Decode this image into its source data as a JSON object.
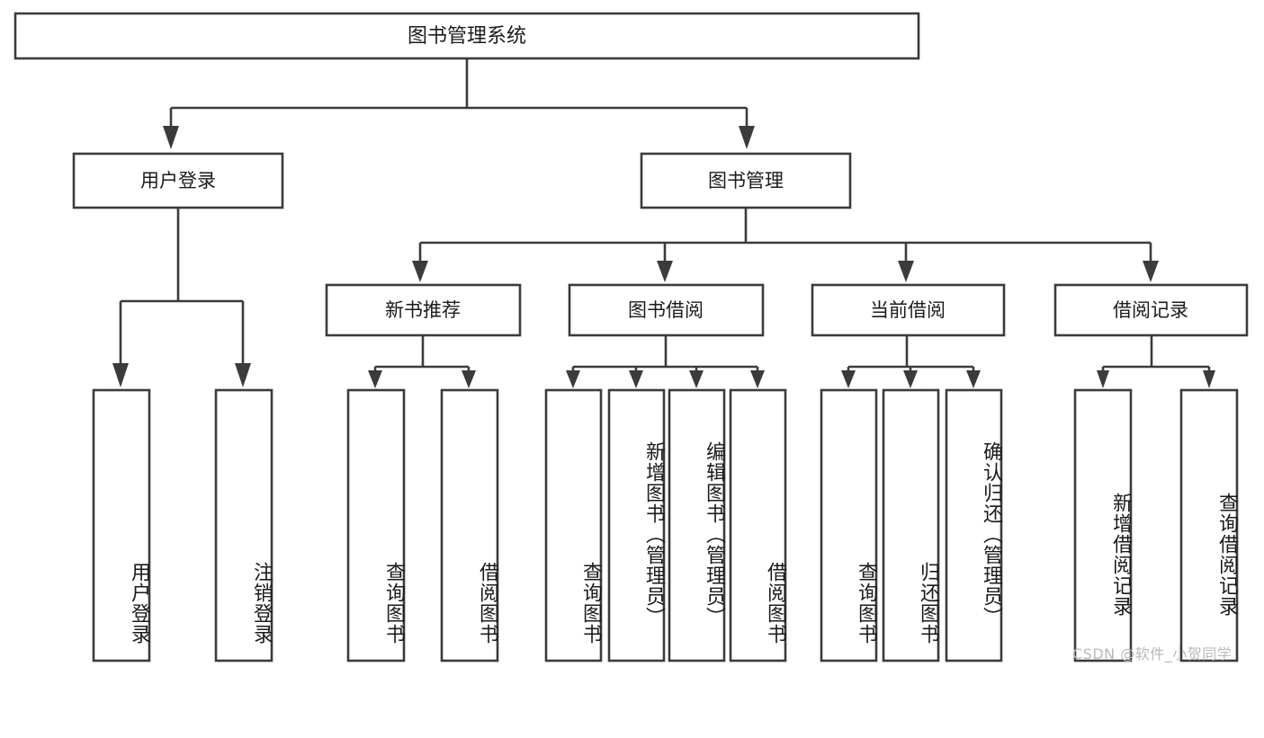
{
  "diagram": {
    "type": "tree-hierarchy-flowchart",
    "title": "图书管理系统",
    "watermark": "CSDN @软件_小贺同学",
    "colors": {
      "stroke": "#3b3b3b",
      "box_fill": "#ffffff",
      "text": "#1b1b1b",
      "background": "#ffffff",
      "watermark": "#b9b9b9"
    },
    "root": {
      "label": "图书管理系统",
      "orientation": "horizontal"
    },
    "level2": [
      {
        "label": "用户登录",
        "orientation": "horizontal"
      },
      {
        "label": "图书管理",
        "orientation": "horizontal"
      }
    ],
    "level3": [
      {
        "label": "新书推荐",
        "orientation": "horizontal",
        "parent": "图书管理"
      },
      {
        "label": "图书借阅",
        "orientation": "horizontal",
        "parent": "图书管理"
      },
      {
        "label": "当前借阅",
        "orientation": "horizontal",
        "parent": "图书管理"
      },
      {
        "label": "借阅记录",
        "orientation": "horizontal",
        "parent": "图书管理"
      }
    ],
    "leaves": {
      "user_login": [
        {
          "label": "用户登录",
          "orientation": "vertical"
        },
        {
          "label": "注销登录",
          "orientation": "vertical"
        }
      ],
      "new_book_recommend": [
        {
          "label": "查询图书",
          "orientation": "vertical"
        },
        {
          "label": "借阅图书",
          "orientation": "vertical"
        }
      ],
      "book_borrow": [
        {
          "label": "查询图书",
          "orientation": "vertical"
        },
        {
          "label": "新增图书（管理员）",
          "orientation": "vertical"
        },
        {
          "label": "编辑图书（管理员）",
          "orientation": "vertical"
        },
        {
          "label": "借阅图书",
          "orientation": "vertical"
        }
      ],
      "current_borrow": [
        {
          "label": "查询图书",
          "orientation": "vertical"
        },
        {
          "label": "归还图书",
          "orientation": "vertical"
        },
        {
          "label": "确认归还（管理员）",
          "orientation": "vertical"
        }
      ],
      "borrow_record": [
        {
          "label": "新增借阅记录",
          "orientation": "vertical"
        },
        {
          "label": "查询借阅记录",
          "orientation": "vertical"
        }
      ]
    }
  }
}
